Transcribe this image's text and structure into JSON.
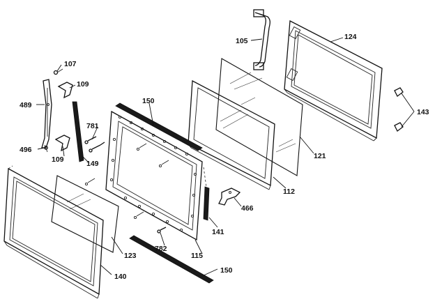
{
  "labels": {
    "p105": "105",
    "p124": "124",
    "p107": "107",
    "p109a": "109",
    "p489": "489",
    "p150a": "150",
    "p143": "143",
    "p781": "781",
    "p496": "496",
    "p109b": "109",
    "p149": "149",
    "p121": "121",
    "p112": "112",
    "p466": "466",
    "p141": "141",
    "p123": "123",
    "p782": "782",
    "p115": "115",
    "p140": "140",
    "p150b": "150"
  }
}
